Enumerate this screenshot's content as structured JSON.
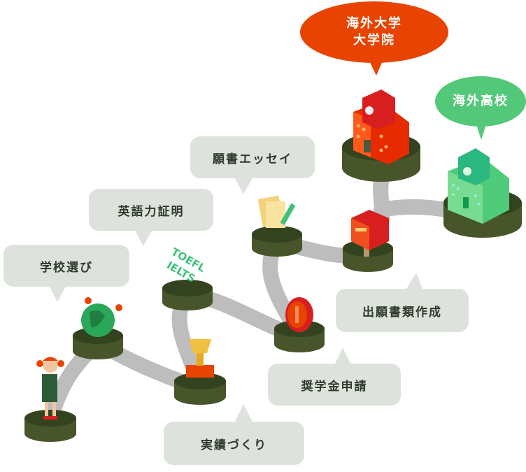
{
  "steps": {
    "school_choice": "学校選び",
    "english_proof": "英語力証明",
    "essay": "願書エッセイ",
    "application_docs": "出願書類作成",
    "scholarship": "奨学金申請",
    "achievements": "実績づくり"
  },
  "goals": {
    "university_line1": "海外大学",
    "university_line2": "大学院",
    "high_school": "海外高校"
  },
  "badges": {
    "toefl": "TOEFL",
    "ielts": "IELTS"
  },
  "colors": {
    "bubble_gray": "#dde3dc",
    "orange": "#e84300",
    "green": "#52c878",
    "pedestal": "#3a4a24",
    "path": "#bdbdbd"
  }
}
